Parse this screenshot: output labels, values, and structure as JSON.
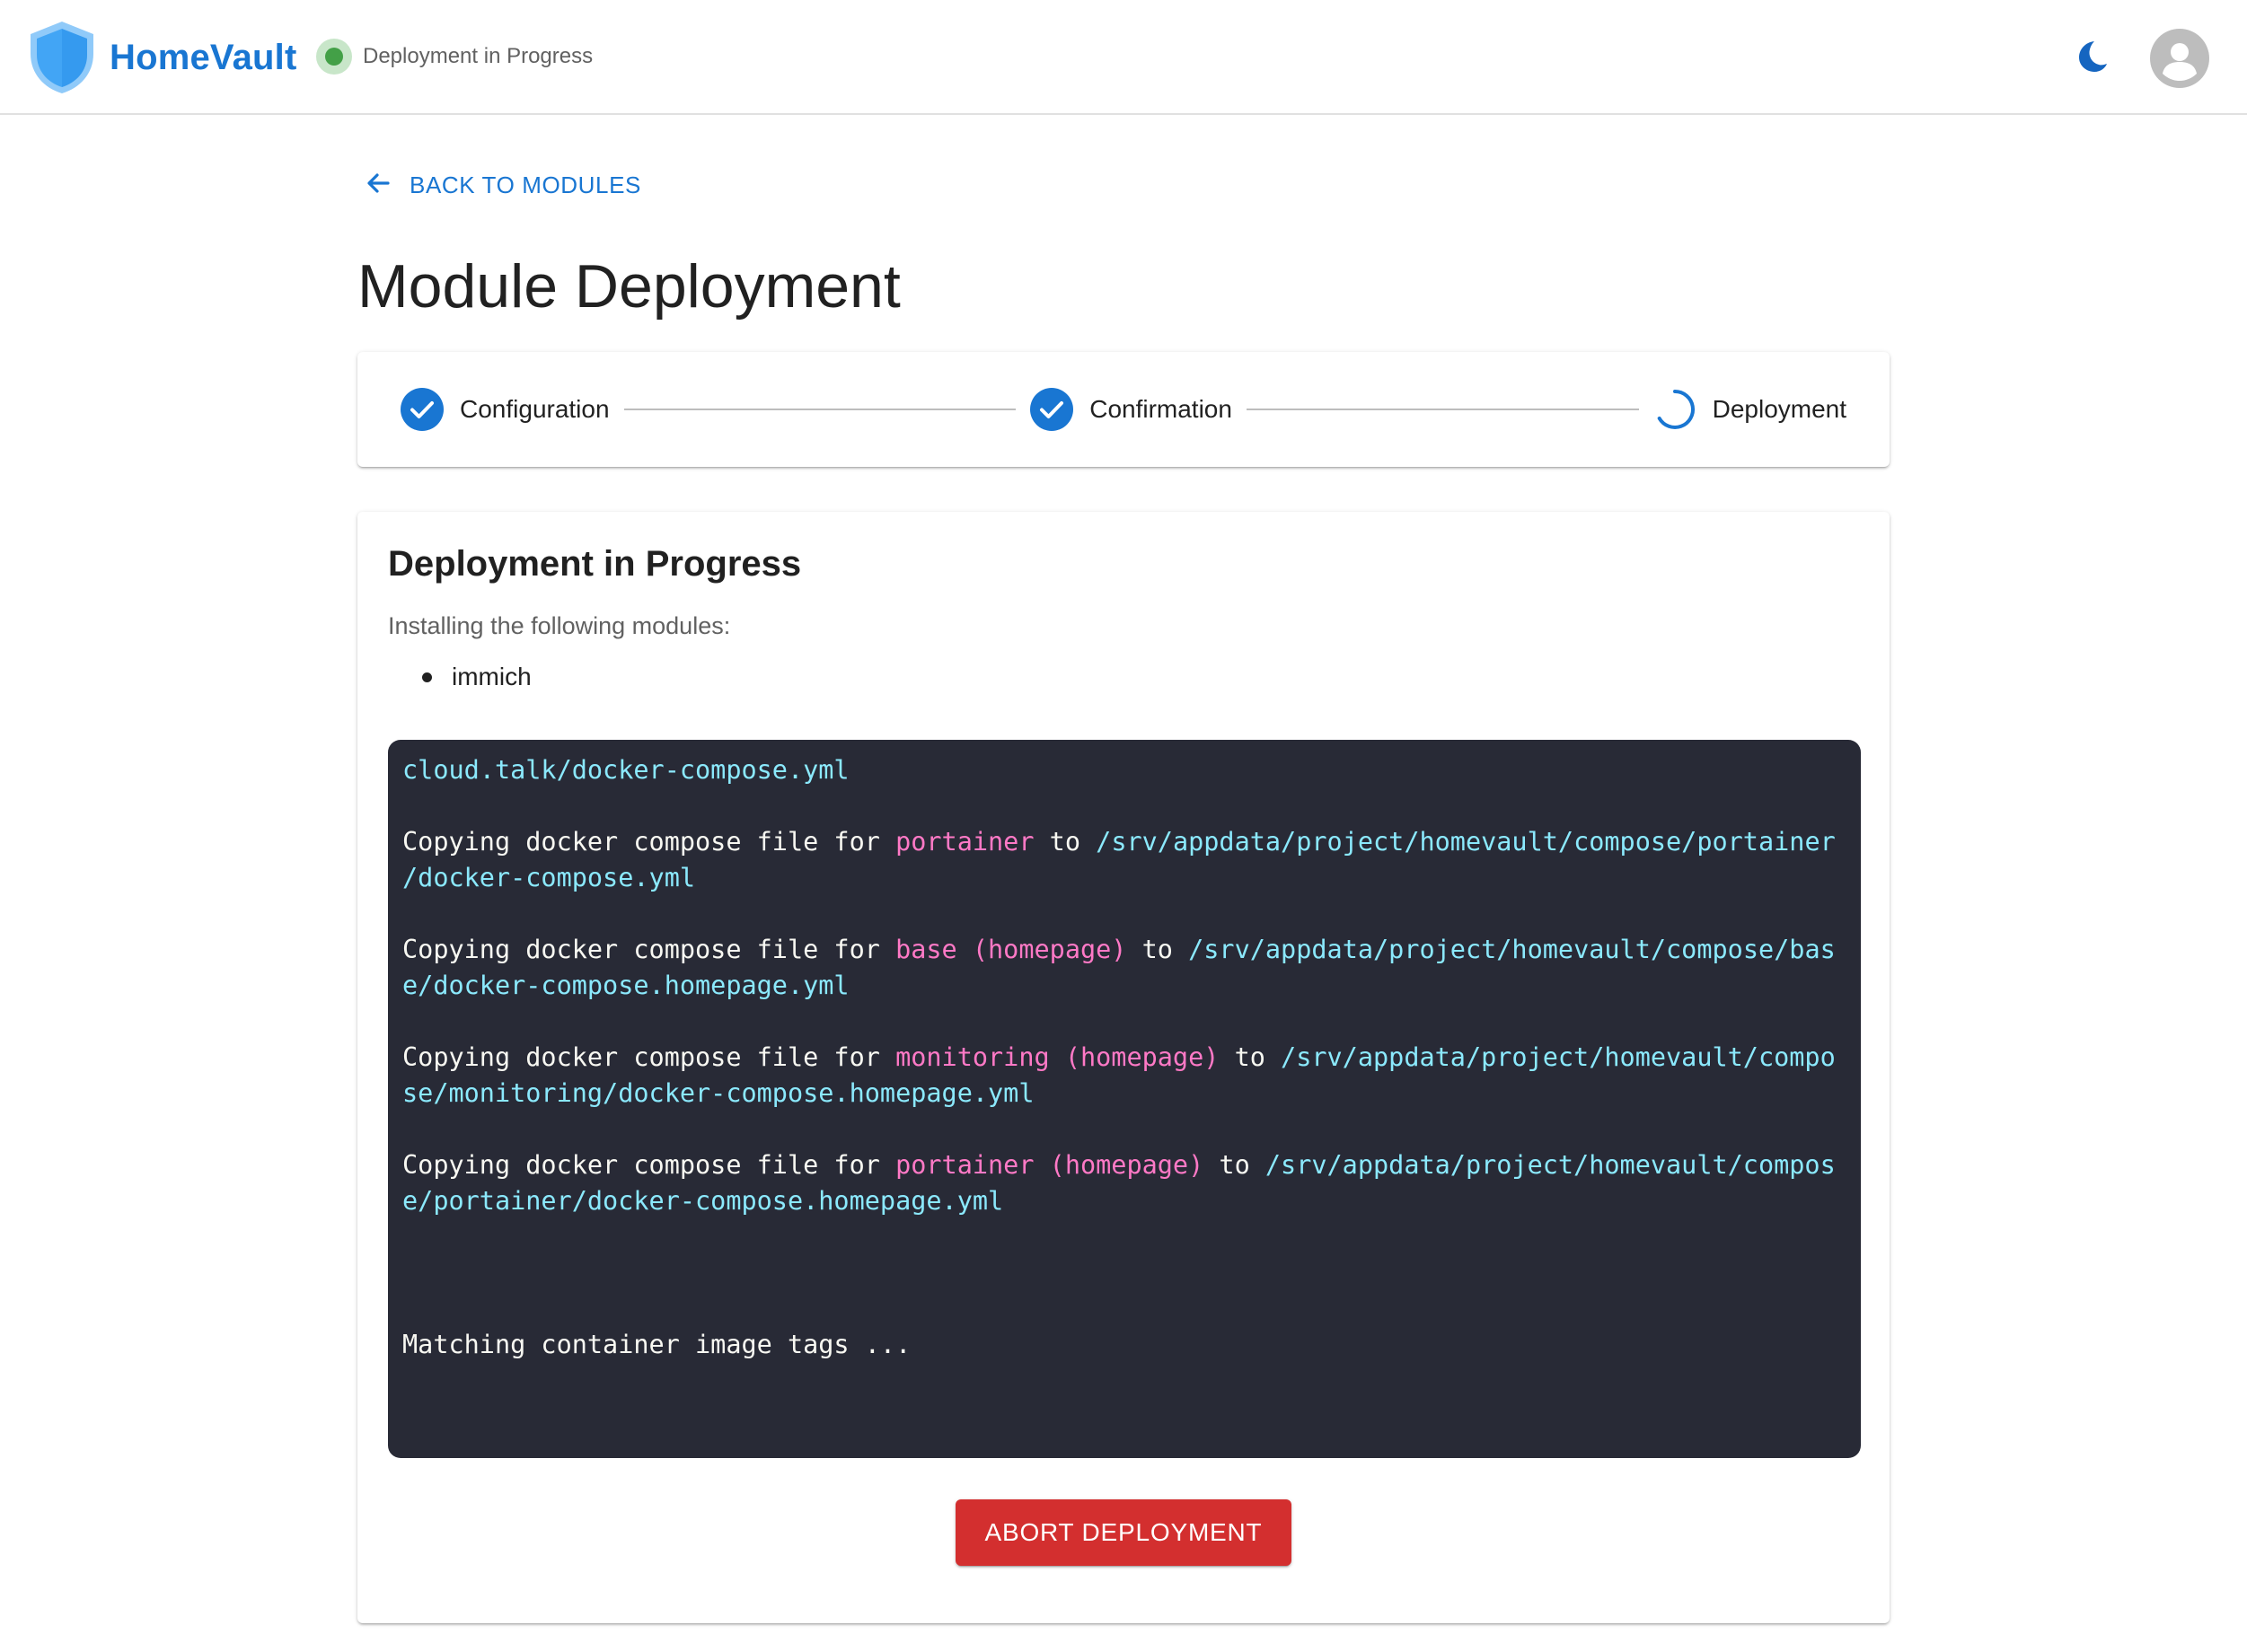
{
  "app": {
    "name": "HomeVault",
    "status": "Deployment in Progress",
    "brand_color": "#1976d2",
    "status_color": "#43a047"
  },
  "header": {
    "theme_icon": "moon-icon",
    "avatar_icon": "account-circle-icon"
  },
  "nav": {
    "back_label": "BACK TO MODULES",
    "back_icon": "arrow-left-icon"
  },
  "page": {
    "title": "Module Deployment"
  },
  "stepper": {
    "steps": [
      {
        "label": "Configuration",
        "state": "completed",
        "icon": "check-circle-icon"
      },
      {
        "label": "Confirmation",
        "state": "completed",
        "icon": "check-circle-icon"
      },
      {
        "label": "Deployment",
        "state": "in-progress",
        "icon": "spinner-icon"
      }
    ]
  },
  "deployment": {
    "title": "Deployment in Progress",
    "subtitle": "Installing the following modules:",
    "modules": [
      "immich"
    ],
    "abort_label": "ABORT DEPLOYMENT",
    "abort_color": "#d32f2f"
  },
  "terminal": {
    "lines": [
      [
        {
          "t": "cloud.talk/docker-compose.yml",
          "c": "path"
        }
      ],
      [],
      [
        {
          "t": "Copying docker compose file for ",
          "c": "text"
        },
        {
          "t": "portainer",
          "c": "mod"
        },
        {
          "t": " to ",
          "c": "text"
        },
        {
          "t": "/srv/appdata/project/homevault/compose/portainer",
          "c": "path"
        }
      ],
      [
        {
          "t": "/docker-compose.yml",
          "c": "path"
        }
      ],
      [],
      [
        {
          "t": "Copying docker compose file for ",
          "c": "text"
        },
        {
          "t": "base (homepage)",
          "c": "mod"
        },
        {
          "t": " to ",
          "c": "text"
        },
        {
          "t": "/srv/appdata/project/homevault/compose/bas",
          "c": "path"
        }
      ],
      [
        {
          "t": "e/docker-compose.homepage.yml",
          "c": "path"
        }
      ],
      [],
      [
        {
          "t": "Copying docker compose file for ",
          "c": "text"
        },
        {
          "t": "monitoring (homepage)",
          "c": "mod"
        },
        {
          "t": " to ",
          "c": "text"
        },
        {
          "t": "/srv/appdata/project/homevault/compo",
          "c": "path"
        }
      ],
      [
        {
          "t": "se/monitoring/docker-compose.homepage.yml",
          "c": "path"
        }
      ],
      [],
      [
        {
          "t": "Copying docker compose file for ",
          "c": "text"
        },
        {
          "t": "portainer (homepage)",
          "c": "mod"
        },
        {
          "t": " to ",
          "c": "text"
        },
        {
          "t": "/srv/appdata/project/homevault/compos",
          "c": "path"
        }
      ],
      [
        {
          "t": "e/portainer/docker-compose.homepage.yml",
          "c": "path"
        }
      ],
      [],
      [],
      [],
      [
        {
          "t": "Matching container image tags ...",
          "c": "text"
        }
      ]
    ],
    "colors": {
      "background": "#282a36",
      "path": "#8be9fd",
      "module": "#ff79c6",
      "text": "#f8f8f2"
    }
  }
}
